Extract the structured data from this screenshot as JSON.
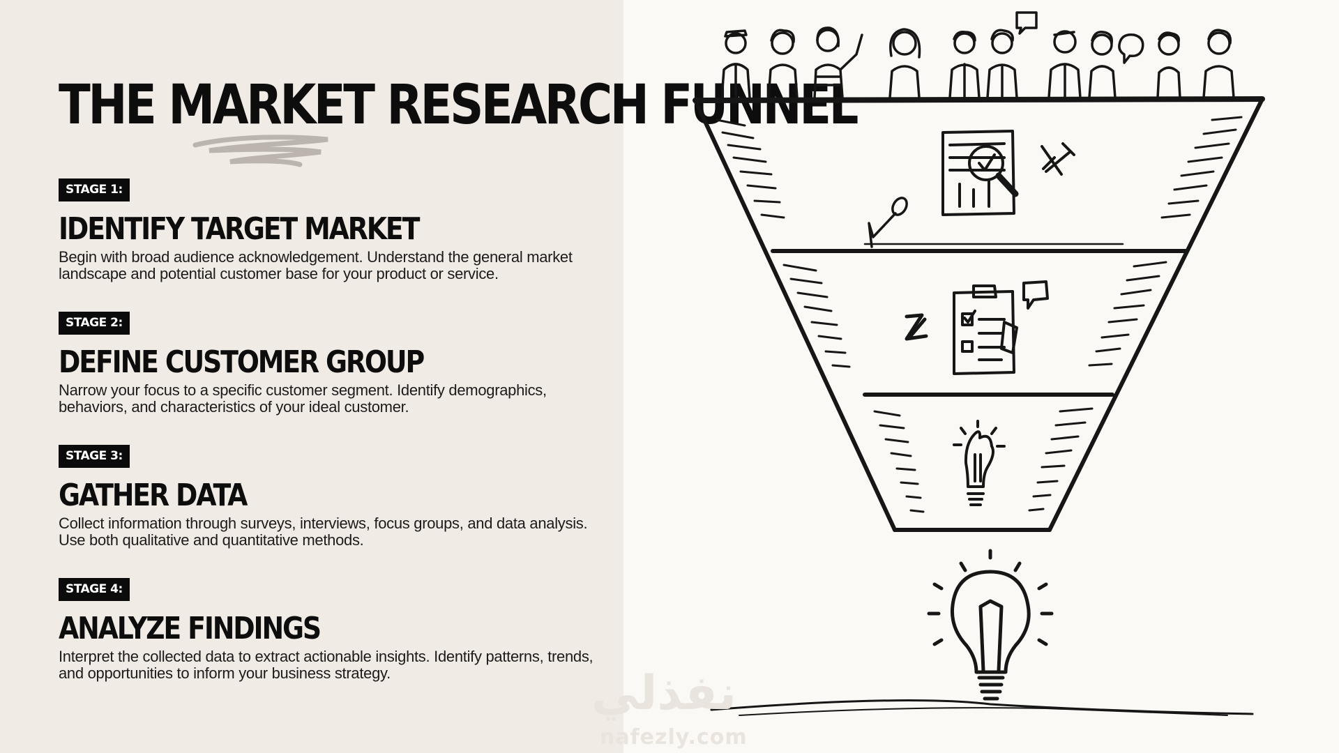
{
  "title": "THE MARKET RESEARCH FUNNEL",
  "stages": [
    {
      "badge": "STAGE 1:",
      "heading": "IDENTIFY TARGET MARKET",
      "description": "Begin with broad audience acknowledgement. Understand the general market landscape and potential customer base for your product or service."
    },
    {
      "badge": "STAGE 2:",
      "heading": "DEFINE CUSTOMER GROUP",
      "description": "Narrow your focus to a specific customer segment. Identify demographics, behaviors, and characteristics of your ideal customer."
    },
    {
      "badge": "STAGE 3:",
      "heading": "GATHER DATA",
      "description": "Collect information through surveys, interviews, focus groups, and data analysis. Use both qualitative and quantitative methods."
    },
    {
      "badge": "STAGE 4:",
      "heading": "ANALYZE FINDINGS",
      "description": "Interpret the collected data to extract actionable insights. Identify patterns, trends, and opportunities to inform your business strategy."
    }
  ],
  "watermark": {
    "arabic": "نفذلي",
    "url": "nafezly.com"
  },
  "colors": {
    "left_panel": "#f0ebe5",
    "page_background": "#fbf9f5",
    "ink": "#111111"
  }
}
